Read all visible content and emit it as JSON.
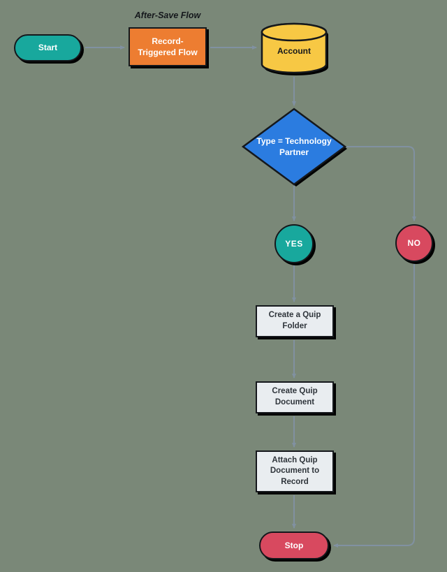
{
  "canvas": {
    "background": "#7A8878",
    "connector_color": "#8191A1",
    "border_color": "#15181c"
  },
  "flow_label": "After-Save Flow",
  "nodes": {
    "start": {
      "label": "Start",
      "type": "terminator",
      "color": "#18A89D",
      "text_color": "#ffffff"
    },
    "record_triggered_flow": {
      "label": "Record-Triggered Flow",
      "type": "process",
      "color": "#ED7D31",
      "text_color": "#ffffff"
    },
    "account": {
      "label": "Account",
      "type": "database",
      "color": "#F7C844",
      "text_color": "#15181c"
    },
    "type_check": {
      "label": "Type = Technology Partner",
      "type": "decision",
      "color": "#2B7CE0",
      "text_color": "#ffffff"
    },
    "yes": {
      "label": "YES",
      "type": "branch",
      "color": "#18A89D",
      "text_color": "#ffffff"
    },
    "no": {
      "label": "NO",
      "type": "branch",
      "color": "#D8495F",
      "text_color": "#ffffff"
    },
    "create_quip_folder": {
      "label": "Create a Quip Folder",
      "type": "process",
      "color": "#E9EDF0",
      "text_color": "#2f353b"
    },
    "create_quip_document": {
      "label": "Create Quip Document",
      "type": "process",
      "color": "#E9EDF0",
      "text_color": "#2f353b"
    },
    "attach_quip_document": {
      "label": "Attach Quip Document to Record",
      "type": "process",
      "color": "#E9EDF0",
      "text_color": "#2f353b"
    },
    "stop": {
      "label": "Stop",
      "type": "terminator",
      "color": "#D8495F",
      "text_color": "#ffffff"
    }
  },
  "edges": [
    {
      "from": "start",
      "to": "record_triggered_flow"
    },
    {
      "from": "record_triggered_flow",
      "to": "account"
    },
    {
      "from": "account",
      "to": "type_check"
    },
    {
      "from": "type_check",
      "to": "yes"
    },
    {
      "from": "type_check",
      "to": "no"
    },
    {
      "from": "yes",
      "to": "create_quip_folder"
    },
    {
      "from": "create_quip_folder",
      "to": "create_quip_document"
    },
    {
      "from": "create_quip_document",
      "to": "attach_quip_document"
    },
    {
      "from": "attach_quip_document",
      "to": "stop"
    },
    {
      "from": "no",
      "to": "stop"
    }
  ]
}
